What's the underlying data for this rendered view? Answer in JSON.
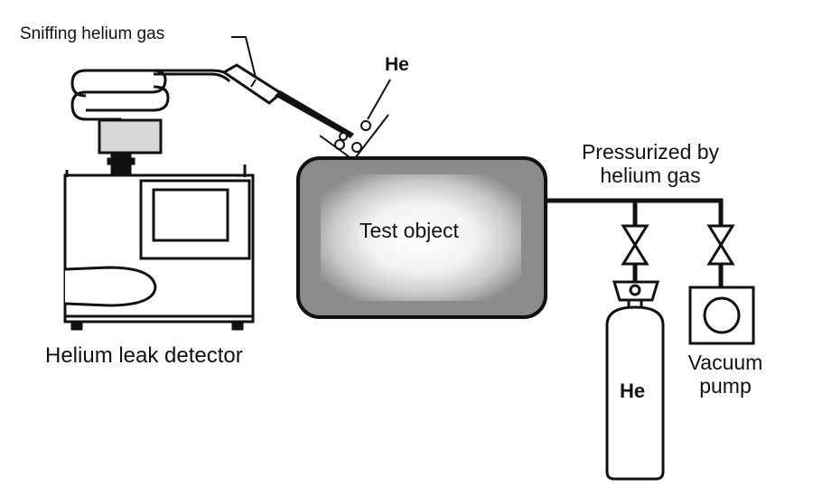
{
  "labels": {
    "sniffing": "Sniffing  helium gas",
    "detector": "Helium leak detector",
    "test_object": "Test object",
    "pressurized_line1": "Pressurized by",
    "pressurized_line2": "helium gas",
    "vacuum_line1": "Vacuum",
    "vacuum_line2": "pump",
    "he_gas": "He",
    "he_cylinder": "He"
  },
  "colors": {
    "stroke": "#111111",
    "object_fill": "#8c8c8c",
    "screen_fill": "#ffffff"
  }
}
